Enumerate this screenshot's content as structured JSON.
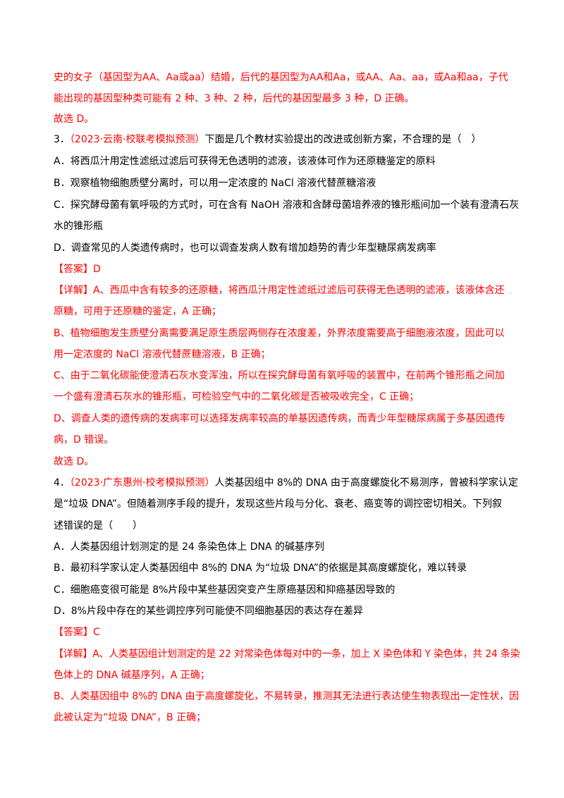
{
  "top_block": {
    "line1": "史的女子（基因型为AA、Aa或aa）结婚，后代的基因型为AA和Aa，或AA、Aa、aa，或Aa和aa，子代",
    "line2": "能出现的基因型种类可能有 2 种、3 种、2 种，后代的基因型最多 3 种，D 正确。",
    "conclusion": "故选 D。"
  },
  "q3": {
    "number": "3．",
    "source": "（2023·云南·校联考模拟预测）",
    "stem": "下面是几个教材实验提出的改进或创新方案，不合理的是（　）",
    "options": [
      "A．将西瓜汁用定性滤纸过滤后可获得无色透明的滤液，该液体可作为还原糖鉴定的原料",
      "B．观察植物细胞质壁分离时，可以用一定浓度的 NaCl 溶液代替蔗糖溶液",
      "C．探究酵母菌有氧呼吸的方式时，可在含有 NaOH 溶液和含酵母菌培养液的锥形瓶间加一个装有澄清石灰",
      "水的锥形瓶",
      "D．调查常见的人类遗传病时，也可以调查发病人数有增加趋势的青少年型糖尿病发病率"
    ],
    "answer_label": "【答案】",
    "answer": "D",
    "detail_label": "【详解】",
    "detail_lines": [
      "A、西瓜中含有较多的还原糖，将西瓜汁用定性滤纸过滤后可获得无色透明的滤液，该液体含还",
      "原糖，可用于还原糖的鉴定，A 正确；",
      "B、植物细胞发生质壁分离需要满足原生质层两侧存在浓度差，外界浓度需要高于细胞液浓度，因此可以",
      "用一定浓度的 NaCl 溶液代替蔗糖溶液，B 正确；",
      "C、由于二氧化碳能使澄清石灰水变浑浊，所以在探究酵母菌有氧呼吸的装置中，在前两个锥形瓶之间加",
      "一个盛有澄清石灰水的锥形瓶，可检验空气中的二氧化碳是否被吸收完全，C 正确；",
      "D、调查人类的遗传病的发病率可以选择发病率较高的单基因遗传病，而青少年型糖尿病属于多基因遗传",
      "病，D 错误。"
    ],
    "conclusion": "故选 D。"
  },
  "q4": {
    "number": "4．",
    "source": "（2023·广东惠州·校考模拟预测）",
    "stem_lines": [
      "人类基因组中 8%的 DNA 由于高度螺旋化不易测序，曾被科学家认定",
      "是“垃圾 DNA”。但随着测序手段的提升，发现这些片段与分化、衰老、癌变等的调控密切相关。下列叙",
      "述错误的是（　　）"
    ],
    "options": [
      "A．人类基因组计划测定的是 24 条染色体上 DNA 的碱基序列",
      "B．最初科学家认定人类基因组中 8%的 DNA 为“垃圾 DNA”的依据是其高度螺旋化，难以转录",
      "C．细胞癌变很可能是 8%片段中某些基因突变产生原癌基因和抑癌基因导致的",
      "D．8%片段中存在的某些调控序列可能使不同细胞基因的表达存在差异"
    ],
    "answer_label": "【答案】",
    "answer": "C",
    "detail_label": "【详解】",
    "detail_lines": [
      "A、人类基因组计划测定的是 22 对常染色体每对中的一条，加上 X 染色体和 Y 染色体，共 24 条染",
      "色体上的 DNA 碱基序列，A 正确；",
      "B、人类基因组中 8%的 DNA 由于高度螺旋化，不易转录，推测其无法进行表达使生物表现出一定性状，因",
      "此被认定为“垃圾 DNA”，B 正确；"
    ]
  }
}
